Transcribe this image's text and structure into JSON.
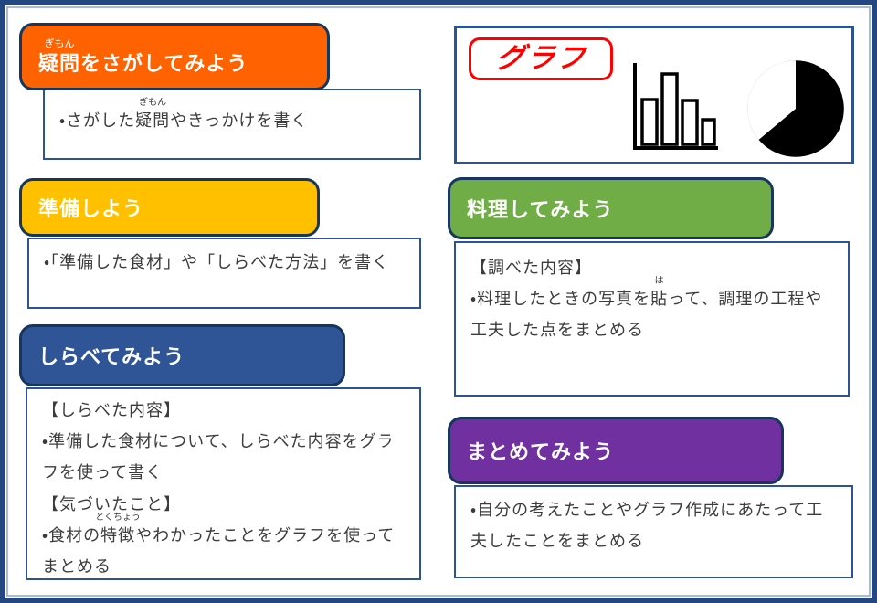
{
  "colors": {
    "frame_outer": "#24477F",
    "frame_inner": "#A9BAD9",
    "header_border": "#17365D",
    "box_border": "#2E5395",
    "orange": "#FF6200",
    "gold": "#FFC000",
    "blue": "#2F5597",
    "green": "#70AD47",
    "purple": "#7030A0",
    "red": "#FE0000",
    "text": "#3C3C3C"
  },
  "icons": [
    "bar-chart-icon",
    "pie-chart-icon"
  ],
  "left": {
    "question": {
      "header": {
        "ruby_base": "疑問",
        "ruby_text": "ぎもん",
        "rest": "をさがしてみよう"
      },
      "body": {
        "pre": "・さがした",
        "ruby_base": "疑問",
        "ruby_text": "ぎもん",
        "post": "やきっかけを書く"
      }
    },
    "prepare": {
      "header": "準備しよう",
      "body": "・「準備した食材」や「しらべた方法」を書く"
    },
    "research": {
      "header": "しらべてみよう",
      "heading1": "【しらべた内容】",
      "line1": "・準備した食材について、しらべた内容をグラフを使って書く",
      "heading2": "【気づいたこと】",
      "line2": {
        "pre": "・食材の",
        "ruby_base": "特徴",
        "ruby_text": "とくちょう",
        "post": "やわかったことをグラフを使ってまとめる"
      }
    }
  },
  "right": {
    "graph": {
      "label": "グラフ"
    },
    "cooking": {
      "header": "料理してみよう",
      "heading": "【調べた内容】",
      "line": {
        "pre": "・料理したときの写真を",
        "ruby_base": "貼",
        "ruby_text": "は",
        "post": "って、調理の工程や工夫した点をまとめる"
      }
    },
    "summary": {
      "header": "まとめてみよう",
      "body": "・自分の考えたことやグラフ作成にあたって工夫したことをまとめる"
    }
  }
}
